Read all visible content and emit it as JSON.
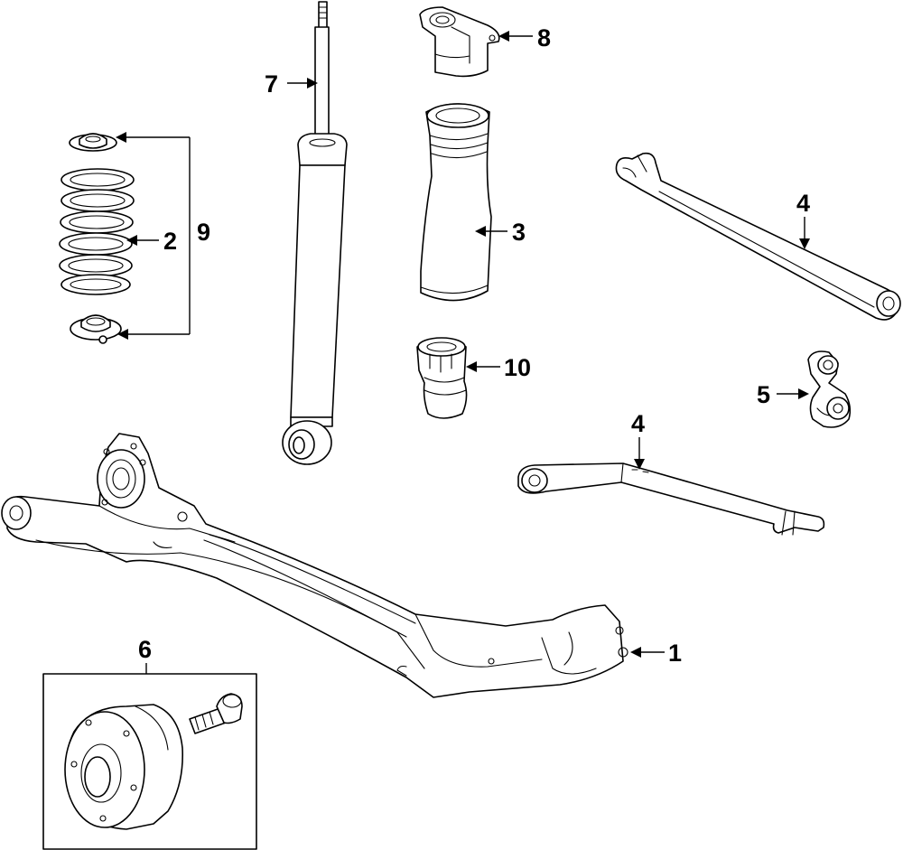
{
  "callouts": {
    "c1": "1",
    "c2": "2",
    "c3": "3",
    "c4a": "4",
    "c4b": "4",
    "c5": "5",
    "c6": "6",
    "c7": "7",
    "c8": "8",
    "c9": "9",
    "c10": "10"
  },
  "colors": {
    "line": "#000000",
    "background": "#ffffff"
  }
}
